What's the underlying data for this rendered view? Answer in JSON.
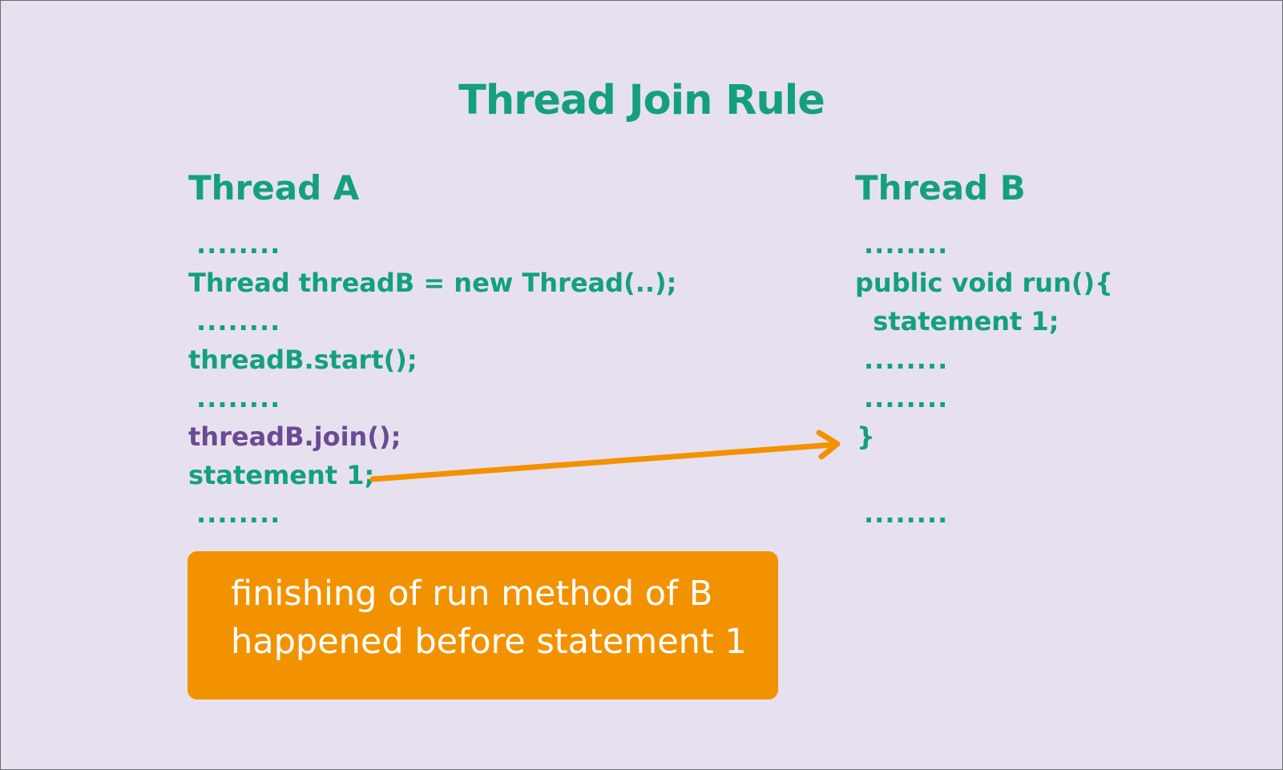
{
  "title": "Thread Join Rule",
  "thread_a": {
    "heading": "Thread A",
    "lines": [
      "........",
      "Thread threadB = new Thread(..);",
      "........",
      "threadB.start();",
      "........",
      "threadB.join();",
      "statement 1;",
      "........"
    ]
  },
  "thread_b": {
    "heading": "Thread B",
    "lines": [
      "........",
      "public void run(){",
      "  statement 1;",
      "........",
      "........",
      "}",
      "........"
    ]
  },
  "note": {
    "line1": "finishing of run method of B",
    "line2": "happened before statement 1"
  },
  "colors": {
    "background": "#e7e1ef",
    "text_green": "#14a07e",
    "join_purple": "#6a4b93",
    "accent_orange": "#f39200"
  }
}
